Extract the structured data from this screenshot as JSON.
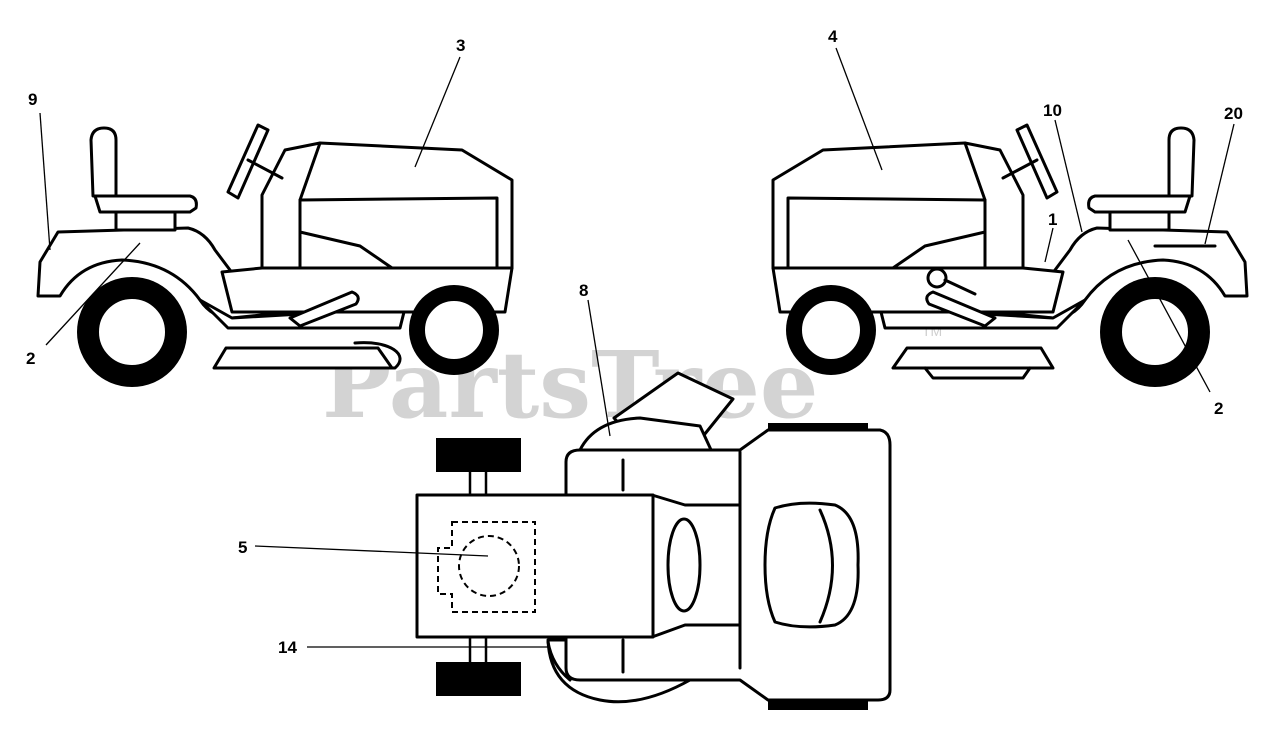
{
  "watermark": {
    "text": "PartsTree",
    "tm": "TM"
  },
  "callouts": {
    "c9": "9",
    "c3": "3",
    "c2_left": "2",
    "c4": "4",
    "c10": "10",
    "c20": "20",
    "c1": "1",
    "c2_right": "2",
    "c8": "8",
    "c5": "5",
    "c14": "14"
  }
}
